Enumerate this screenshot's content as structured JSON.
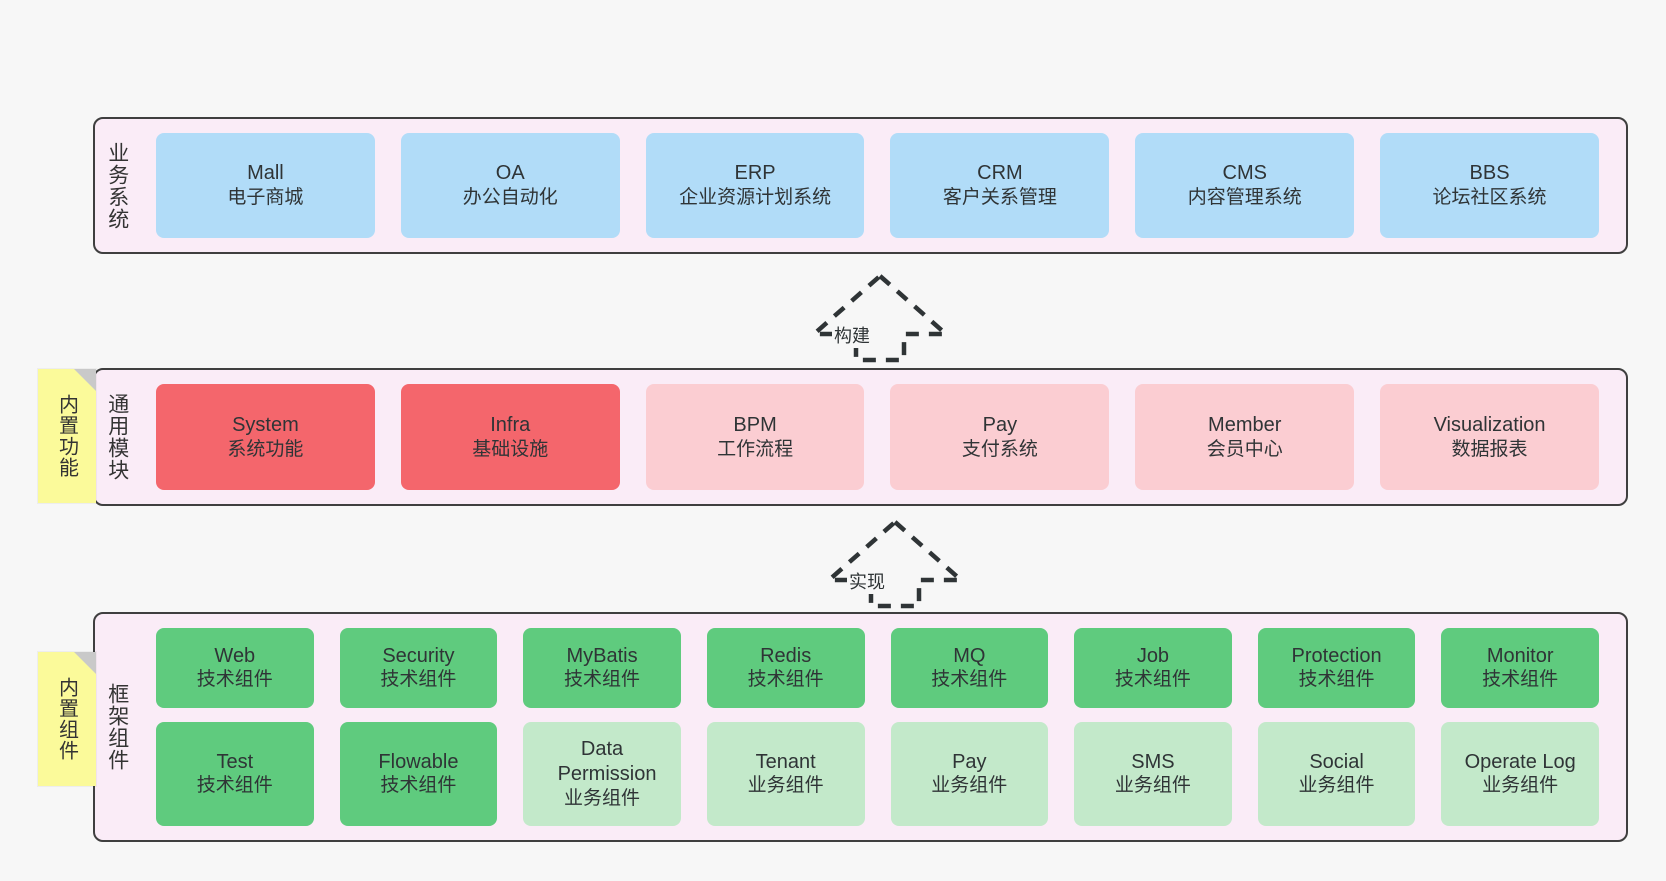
{
  "diagram": {
    "background_color": "#f7f7f7",
    "band_fill": "#faecf7",
    "band_border": "#3f3f3f"
  },
  "notes": [
    {
      "id": "builtin-function-note",
      "text": "内置功能",
      "color": "#fbfa9a"
    },
    {
      "id": "builtin-component-note",
      "text": "内置组件",
      "color": "#fbfa9a"
    }
  ],
  "arrows": [
    {
      "id": "build-arrow",
      "label": "构建",
      "style": "dashed-hollow-up"
    },
    {
      "id": "implement-arrow",
      "label": "实现",
      "style": "dashed-hollow-up"
    }
  ],
  "bands": [
    {
      "id": "business-systems",
      "title": "业务系统",
      "color": "#b1dcf8",
      "nodes": [
        {
          "title": "Mall",
          "sub": "电子商城",
          "color": "#b1dcf8"
        },
        {
          "title": "OA",
          "sub": "办公自动化",
          "color": "#b1dcf8"
        },
        {
          "title": "ERP",
          "sub": "企业资源计划系统",
          "color": "#b1dcf8"
        },
        {
          "title": "CRM",
          "sub": "客户关系管理",
          "color": "#b1dcf8"
        },
        {
          "title": "CMS",
          "sub": "内容管理系统",
          "color": "#b1dcf8"
        },
        {
          "title": "BBS",
          "sub": "论坛社区系统",
          "color": "#b1dcf8"
        }
      ]
    },
    {
      "id": "common-modules",
      "title": "通用模块",
      "nodes": [
        {
          "title": "System",
          "sub": "系统功能",
          "color": "#f4666c"
        },
        {
          "title": "Infra",
          "sub": "基础设施",
          "color": "#f4666c"
        },
        {
          "title": "BPM",
          "sub": "工作流程",
          "color": "#fbcdd2"
        },
        {
          "title": "Pay",
          "sub": "支付系统",
          "color": "#fbcdd2"
        },
        {
          "title": "Member",
          "sub": "会员中心",
          "color": "#fbcdd2"
        },
        {
          "title": "Visualization",
          "sub": "数据报表",
          "color": "#fbcdd2"
        }
      ]
    },
    {
      "id": "framework-components",
      "title": "框架组件",
      "rows": [
        [
          {
            "title": "Web",
            "sub": "技术组件",
            "color": "#5fcb7e"
          },
          {
            "title": "Security",
            "sub": "技术组件",
            "color": "#5fcb7e"
          },
          {
            "title": "MyBatis",
            "sub": "技术组件",
            "color": "#5fcb7e"
          },
          {
            "title": "Redis",
            "sub": "技术组件",
            "color": "#5fcb7e"
          },
          {
            "title": "MQ",
            "sub": "技术组件",
            "color": "#5fcb7e"
          },
          {
            "title": "Job",
            "sub": "技术组件",
            "color": "#5fcb7e"
          },
          {
            "title": "Protection",
            "sub": "技术组件",
            "color": "#5fcb7e"
          },
          {
            "title": "Monitor",
            "sub": "技术组件",
            "color": "#5fcb7e"
          }
        ],
        [
          {
            "title": "Test",
            "sub": "技术组件",
            "color": "#5fcb7e"
          },
          {
            "title": "Flowable",
            "sub": "技术组件",
            "color": "#5fcb7e"
          },
          {
            "title": "Data Permission",
            "sub": "业务组件",
            "color": "#c3e9ca"
          },
          {
            "title": "Tenant",
            "sub": "业务组件",
            "color": "#c3e9ca"
          },
          {
            "title": "Pay",
            "sub": "业务组件",
            "color": "#c3e9ca"
          },
          {
            "title": "SMS",
            "sub": "业务组件",
            "color": "#c3e9ca"
          },
          {
            "title": "Social",
            "sub": "业务组件",
            "color": "#c3e9ca"
          },
          {
            "title": "Operate Log",
            "sub": "业务组件",
            "color": "#c3e9ca"
          }
        ]
      ]
    }
  ]
}
